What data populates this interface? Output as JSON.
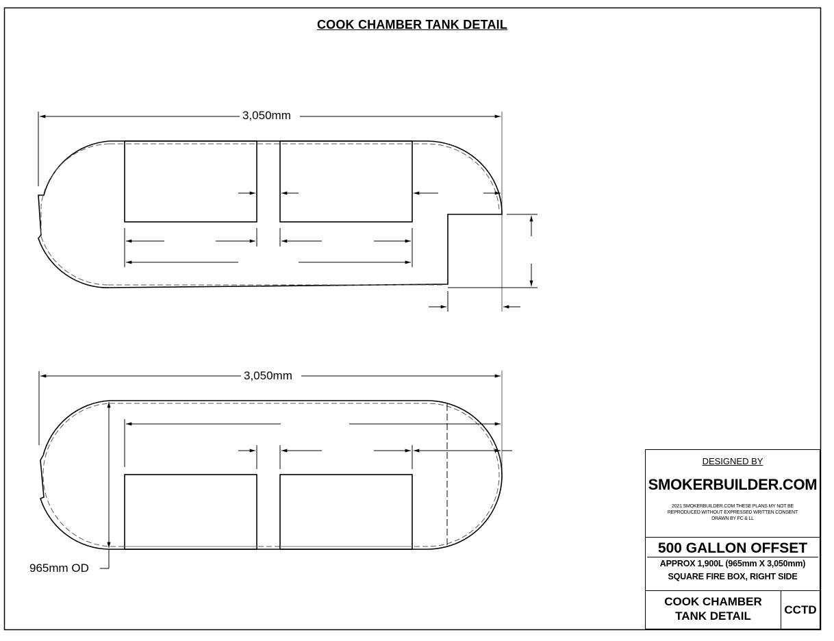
{
  "sheet": {
    "title": "COOK CHAMBER TANK DETAIL",
    "colors": {
      "line": "#000000",
      "hidden_line": "#555555",
      "background": "#ffffff"
    }
  },
  "views": {
    "top": {
      "overall_length_label": "3,050mm",
      "description": "Cook chamber tank with two door cutouts and square firebox notch on right side"
    },
    "bottom": {
      "overall_length_label": "3,050mm",
      "diameter_label": "965mm OD",
      "description": "Cook chamber tank with two lower door cutouts"
    }
  },
  "title_block": {
    "designed_by_label": "DESIGNED BY",
    "company": "SMOKERBUILDER.COM",
    "notice_line1": "2021 SMOKERBUILDER.COM THESE PLANS MY NOT BE",
    "notice_line2": "REPRODUCED WITHOUT EXPRESSED WRITTEN CONSENT",
    "drawn_by": "DRAWN BY FC & LL",
    "project_title": "500 GALLON OFFSET",
    "project_spec": "APPROX 1,900L (965mm X 3,050mm)",
    "project_config": "SQUARE FIRE BOX, RIGHT SIDE",
    "sheet_title_line1": "COOK CHAMBER",
    "sheet_title_line2": "TANK DETAIL",
    "sheet_code": "CCTD"
  }
}
